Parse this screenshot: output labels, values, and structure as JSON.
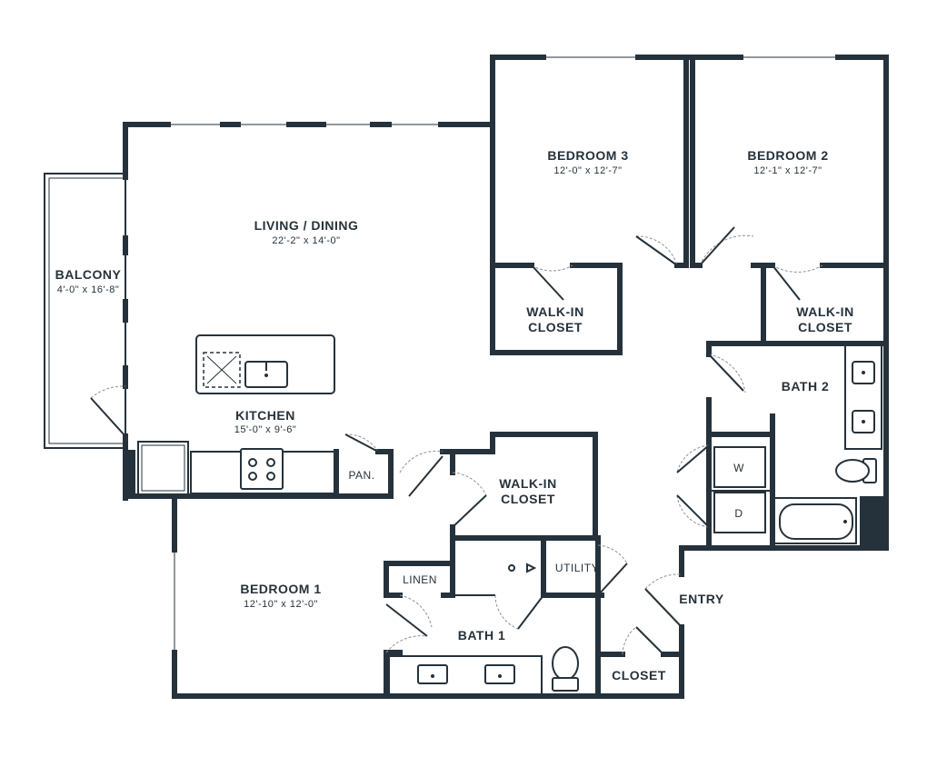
{
  "rooms": {
    "balcony": {
      "name": "BALCONY",
      "dims": "4'-0\" x 16'-8\""
    },
    "living": {
      "name": "LIVING / DINING",
      "dims": "22'-2\" x 14'-0\""
    },
    "kitchen": {
      "name": "KITCHEN",
      "dims": "15'-0\" x 9'-6\""
    },
    "bedroom3": {
      "name": "BEDROOM 3",
      "dims": "12'-0\" x 12'-7\""
    },
    "bedroom2": {
      "name": "BEDROOM 2",
      "dims": "12'-1\" x 12'-7\""
    },
    "bedroom1": {
      "name": "BEDROOM 1",
      "dims": "12'-10\" x 12'-0\""
    },
    "walkin3": {
      "line1": "WALK-IN",
      "line2": "CLOSET"
    },
    "walkin2": {
      "line1": "WALK-IN",
      "line2": "CLOSET"
    },
    "walkin1": {
      "line1": "WALK-IN",
      "line2": "CLOSET"
    },
    "bath2": {
      "name": "BATH 2"
    },
    "bath1": {
      "name": "BATH 1"
    },
    "pantry": {
      "name": "PAN."
    },
    "linen": {
      "name": "LINEN"
    },
    "utility": {
      "name": "UTILITY"
    },
    "entry": {
      "name": "ENTRY"
    },
    "closet": {
      "name": "CLOSET"
    },
    "washer": {
      "name": "W"
    },
    "dryer": {
      "name": "D"
    }
  }
}
